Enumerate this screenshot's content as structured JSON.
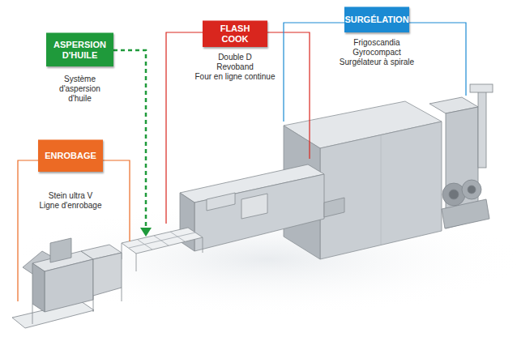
{
  "diagram": {
    "nodes": [
      {
        "text": [
          "ASPERSION D'HUILE",
          "Système d'aspersion d'huile"
        ]
      },
      {
        "text": [
          "FLASH COOK",
          "Double D",
          "Revoband",
          "Four en ligne continue"
        ]
      },
      {
        "text": [
          "SURGÉLATION",
          "Frigoscandia",
          "Gyrocompact",
          "Surgélateur à spirale"
        ]
      },
      {
        "text": [
          "ENROBAGE",
          "Stein ultra V",
          "Ligne d'enrobage"
        ]
      }
    ]
  }
}
